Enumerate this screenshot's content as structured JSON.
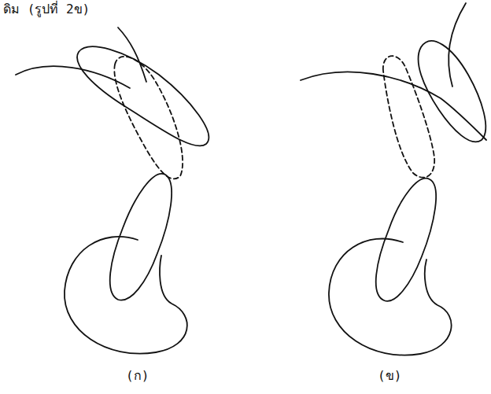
{
  "diagram": {
    "labels": [
      "ดิม (รูปที่ 2ข)",
      "(ก)",
      "(ข)"
    ]
  }
}
